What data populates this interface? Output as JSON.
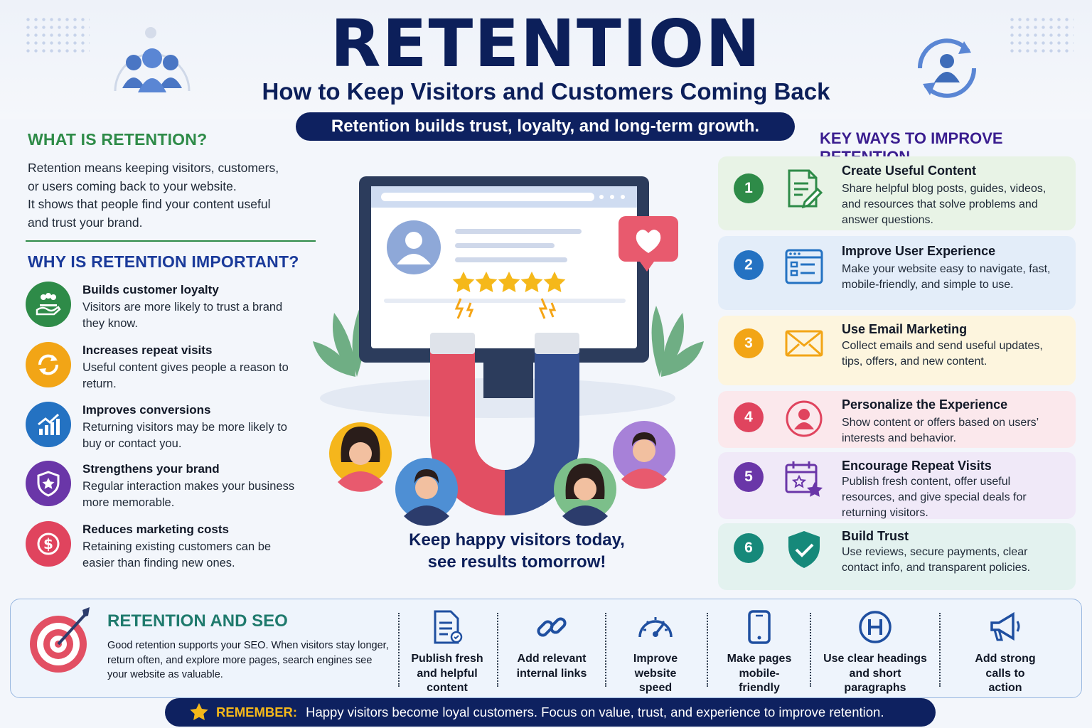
{
  "header": {
    "title": "RETENTION",
    "subtitle": "How to Keep Visitors and Customers Coming Back",
    "tagline": "Retention builds trust, loyalty, and long-term growth."
  },
  "what": {
    "heading": "WHAT IS RETENTION?",
    "line1": "Retention means keeping visitors, customers,",
    "line2": "or users coming back to your website.",
    "line3": "It shows that people find your content useful",
    "line4": "and trust your brand."
  },
  "why": {
    "heading": "WHY IS RETENTION IMPORTANT?",
    "items": [
      {
        "title": "Builds customer loyalty",
        "desc": "Visitors are more likely to trust a brand they know.",
        "icon": "loyalty-hand-icon",
        "color": "#2e8b48"
      },
      {
        "title": "Increases repeat visits",
        "desc": "Useful content gives people a reason to return.",
        "icon": "refresh-icon",
        "color": "#f2a516"
      },
      {
        "title": "Improves conversions",
        "desc": "Returning visitors may be more likely to buy or contact you.",
        "icon": "growth-chart-icon",
        "color": "#2472c2"
      },
      {
        "title": "Strengthens your brand",
        "desc": "Regular interaction makes your business more memorable.",
        "icon": "shield-star-icon",
        "color": "#6a36a8"
      },
      {
        "title": "Reduces marketing costs",
        "desc": "Retaining existing customers can be easier than finding new ones.",
        "icon": "dollar-icon",
        "color": "#e0445e"
      }
    ]
  },
  "keys": {
    "heading": "KEY WAYS TO IMPROVE RETENTION",
    "items": [
      {
        "num": "1",
        "title": "Create Useful Content",
        "desc": "Share helpful blog posts, guides, videos, and resources that solve problems and answer questions.",
        "icon": "document-pencil-icon",
        "color": "#2e8b48",
        "bg": "#e8f3e6"
      },
      {
        "num": "2",
        "title": "Improve User Experience",
        "desc": "Make your website easy to navigate, fast, mobile-friendly, and simple to use.",
        "icon": "browser-layout-icon",
        "color": "#2472c2",
        "bg": "#e3edf9"
      },
      {
        "num": "3",
        "title": "Use Email Marketing",
        "desc": "Collect emails and send useful updates, tips, offers, and new content.",
        "icon": "envelope-icon",
        "color": "#f2a516",
        "bg": "#fdf5de"
      },
      {
        "num": "4",
        "title": "Personalize the Experience",
        "desc": "Show content or offers based on users’ interests and behavior.",
        "icon": "user-circle-icon",
        "color": "#e0445e",
        "bg": "#fbe8ec"
      },
      {
        "num": "5",
        "title": "Encourage Repeat Visits",
        "desc": "Publish fresh content, offer useful resources, and give special deals for returning visitors.",
        "icon": "calendar-star-icon",
        "color": "#6a36a8",
        "bg": "#f0e9f8"
      },
      {
        "num": "6",
        "title": "Build Trust",
        "desc": "Use reviews, secure payments, clear contact info, and transparent policies.",
        "icon": "shield-check-icon",
        "color": "#16897a",
        "bg": "#e3f2ef"
      }
    ]
  },
  "center": {
    "slogan_line1": "Keep happy visitors today,",
    "slogan_line2": "see results tomorrow!",
    "rating_stars": 5
  },
  "seo": {
    "heading": "RETENTION AND SEO",
    "text": "Good retention supports your SEO. When visitors stay longer, return often, and explore more pages, search engines see your website as valuable.",
    "items": [
      {
        "label": "Publish fresh and helpful content",
        "icon": "document-icon"
      },
      {
        "label": "Add relevant internal links",
        "icon": "link-icon"
      },
      {
        "label": "Improve website speed",
        "icon": "speedometer-icon"
      },
      {
        "label": "Make pages mobile-friendly",
        "icon": "mobile-phone-icon"
      },
      {
        "label": "Use clear headings and short paragraphs",
        "icon": "heading-h-icon"
      },
      {
        "label": "Add strong calls to action",
        "icon": "megaphone-icon"
      }
    ]
  },
  "remember": {
    "label": "REMEMBER:",
    "text": "Happy visitors become loyal customers. Focus on value, trust, and experience to improve retention."
  },
  "colors": {
    "navy": "#0c1f5a",
    "green": "#2e8b48",
    "purple": "#3a1d8f",
    "teal": "#1f7a6d"
  }
}
